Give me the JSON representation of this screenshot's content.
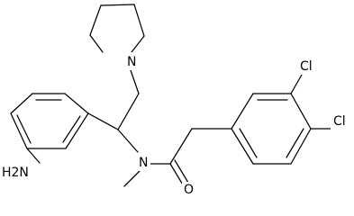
{
  "atoms": {
    "pyrrolidine_n": "N",
    "amide_n": "N",
    "amide_o": "O",
    "chloro_upper": "Cl",
    "chloro_lower": "Cl",
    "amine": "H2N"
  }
}
